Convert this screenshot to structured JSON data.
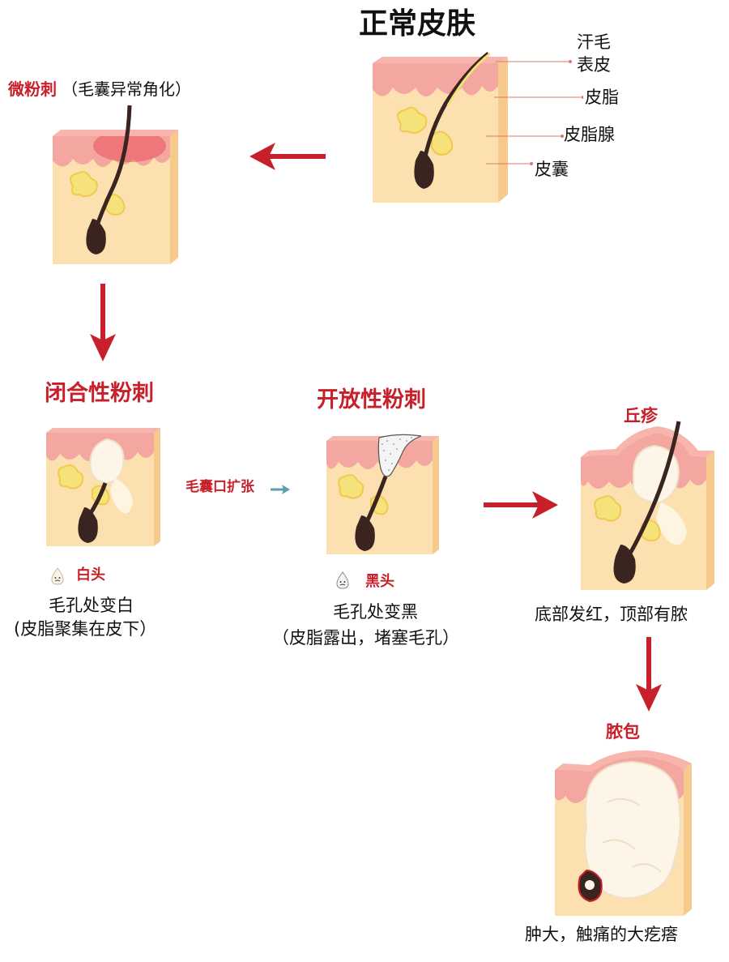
{
  "normal": {
    "title": "正常皮肤",
    "labels": {
      "hair": "汗毛",
      "epidermis": "表皮",
      "sebum": "皮脂",
      "sebaceous_gland": "皮脂腺",
      "follicle": "皮囊"
    }
  },
  "micro": {
    "title": "微粉刺",
    "subtitle": "（毛囊异常角化）"
  },
  "closed": {
    "title": "闭合性粉刺",
    "badge": "白头",
    "desc_line1": "毛孔处变白",
    "desc_line2": "(皮脂聚集在皮下）"
  },
  "transition": {
    "label": "毛囊口扩张"
  },
  "open": {
    "title": "开放性粉刺",
    "badge": "黑头",
    "desc_line1": "毛孔处变黑",
    "desc_line2": "（皮脂露出，堵塞毛孔）"
  },
  "papule": {
    "title": "丘疹",
    "desc": "底部发红，顶部有脓"
  },
  "pustule": {
    "title": "脓包",
    "desc": "肿大，触痛的大疙瘩"
  },
  "colors": {
    "accent_red": "#c8202a",
    "skin": "#fde0b0",
    "skin_side": "#f6c98c",
    "epidermis": "#f3a7a0",
    "gland": "#f6e27a",
    "hair": "#3a2420",
    "pus": "#fdf6e8"
  }
}
